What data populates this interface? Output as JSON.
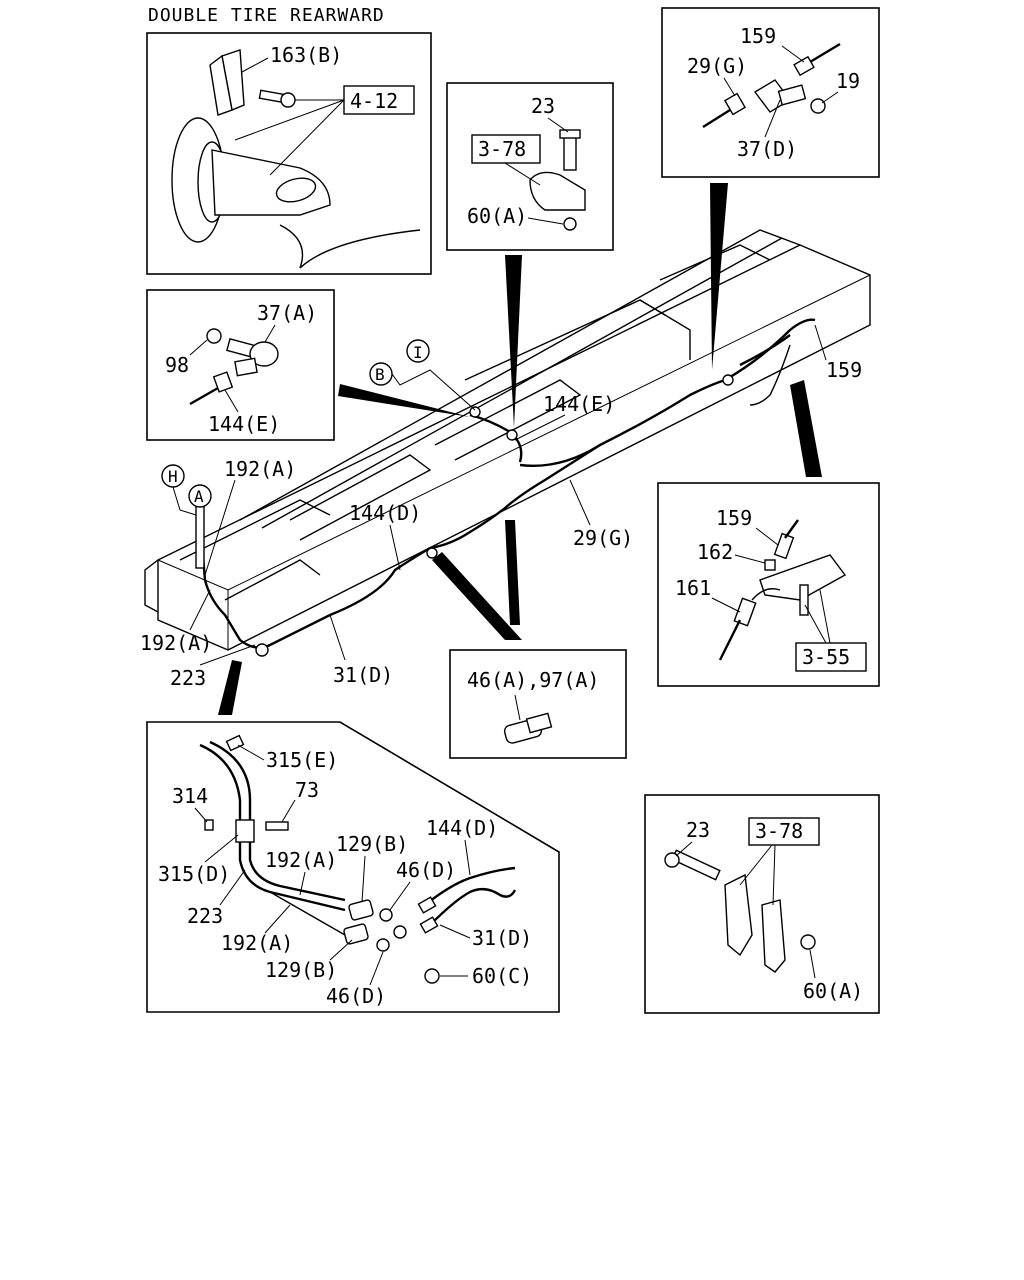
{
  "title": "DOUBLE TIRE REARWARD",
  "panel_top_left": {
    "label_163b": "163(B)",
    "ref_4_12": "4-12"
  },
  "panel_top_middle": {
    "label_23": "23",
    "ref_3_78": "3-78",
    "label_60a": "60(A)"
  },
  "panel_top_right": {
    "label_159": "159",
    "label_29g": "29(G)",
    "label_19": "19",
    "label_37d": "37(D)"
  },
  "panel_left_middle": {
    "label_37a": "37(A)",
    "label_98": "98",
    "label_144e": "144(E)"
  },
  "frame": {
    "callout_i": "I",
    "callout_b": "B",
    "callout_h": "H",
    "callout_a": "A",
    "label_144e": "144(E)",
    "label_159": "159",
    "label_192a_top": "192(A)",
    "label_144d": "144(D)",
    "label_29g": "29(G)",
    "label_192a_bottom": "192(A)",
    "label_223": "223",
    "label_31d": "31(D)"
  },
  "panel_right_middle": {
    "label_159": "159",
    "label_162": "162",
    "label_161": "161",
    "ref_3_55": "3-55"
  },
  "panel_center_small": {
    "label_46a_97a": "46(A),97(A)"
  },
  "panel_bottom_left": {
    "label_315e": "315(E)",
    "label_314": "314",
    "label_73": "73",
    "label_144d": "144(D)",
    "label_129b_top": "129(B)",
    "label_315d": "315(D)",
    "label_192a_top": "192(A)",
    "label_46d_top": "46(D)",
    "label_223": "223",
    "label_192a_bottom": "192(A)",
    "label_31d": "31(D)",
    "label_129b_bottom": "129(B)",
    "label_60c": "60(C)",
    "label_46d_bottom": "46(D)"
  },
  "panel_bottom_right": {
    "label_23": "23",
    "ref_3_78": "3-78",
    "label_60a": "60(A)"
  }
}
